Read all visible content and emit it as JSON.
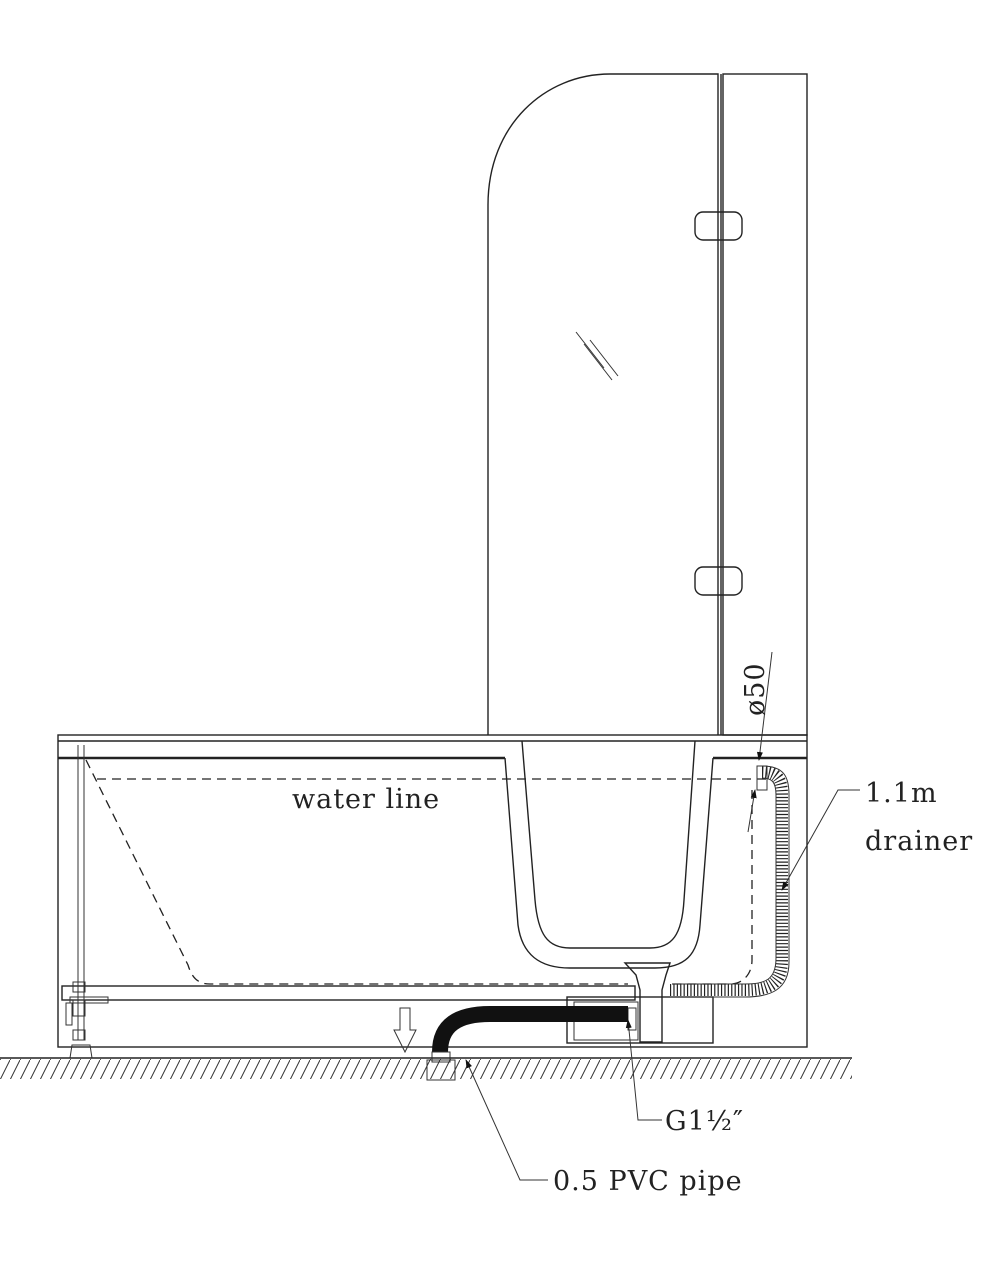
{
  "labels": {
    "water_line": "water line",
    "drainer_length": "1.1m",
    "drainer": "drainer",
    "diameter": "ø50",
    "thread": "G1½″",
    "pipe": "0.5 PVC pipe"
  }
}
